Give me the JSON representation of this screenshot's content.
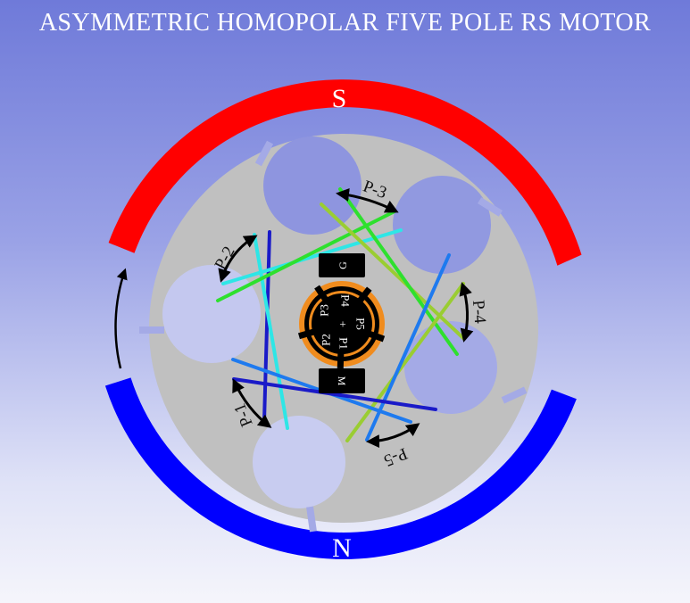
{
  "title": "ASYMMETRIC HOMOPOLAR FIVE POLE RS MOTOR",
  "magnets": {
    "south": "S",
    "north": "N"
  },
  "poles": [
    "P-1",
    "P-2",
    "P-3",
    "P-4",
    "P-5"
  ],
  "brushes": {
    "top": "G",
    "bottom": "M"
  },
  "commutator": {
    "segments": [
      "P1",
      "P2",
      "P3",
      "P4",
      "P5"
    ],
    "center": "+"
  },
  "colors": {
    "south_magnet": "#ff0000",
    "north_magnet": "#0000ff",
    "rotor": "#c0c0c0",
    "commutator_ring": "#f08c1e",
    "brush": "#000000",
    "wire_dark_blue": "#1a1ac8",
    "wire_cyan": "#2ee6e6",
    "wire_green": "#2ee02e",
    "wire_azure": "#1e7aef",
    "wire_yellow_green": "#9acd32"
  }
}
